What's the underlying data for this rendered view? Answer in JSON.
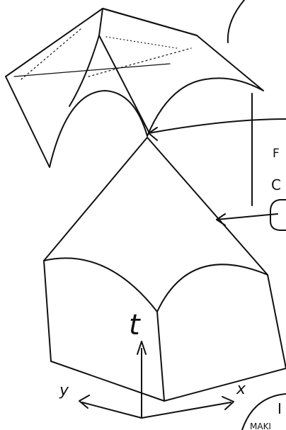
{
  "labels": {
    "axis_t": "t",
    "axis_y": "y",
    "axis_x": "x",
    "cut_text_f": "F",
    "cut_text_c": "C",
    "cut_text_i": "I",
    "cut_text_maki": "MAKI"
  },
  "colors": {
    "ink": "#111111",
    "background": "#ffffff"
  }
}
